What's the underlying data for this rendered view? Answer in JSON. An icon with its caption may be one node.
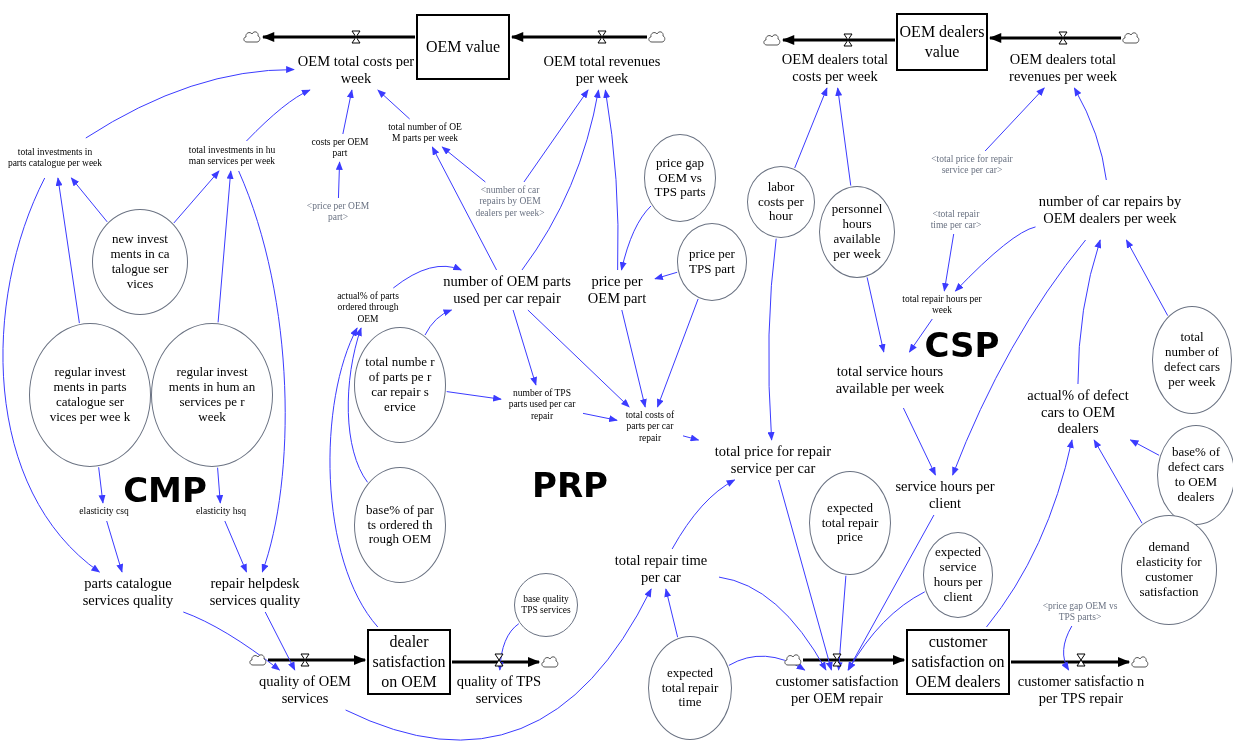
{
  "diagram": {
    "nodes": [
      {
        "text": [
          "OEM value"
        ]
      },
      {
        "text": [],
        "shape": "cloud"
      },
      {
        "text": [
          "OEM total costs per week"
        ]
      },
      {
        "text": [],
        "shape": "cloud"
      },
      {
        "text": [
          "OEM total revenues per week"
        ]
      },
      {
        "text": [
          "OEM dealers value"
        ]
      },
      {
        "text": [],
        "shape": "cloud"
      },
      {
        "text": [
          "OEM dealers total costs per week"
        ]
      },
      {
        "text": [],
        "shape": "cloud"
      },
      {
        "text": [
          "OEM dealers total revenues per week"
        ]
      },
      {
        "text": [
          "total investments in parts catalogue per week"
        ]
      },
      {
        "text": [
          "total investments in hu man services per week"
        ]
      },
      {
        "text": [
          "costs per OEM part"
        ]
      },
      {
        "text": [
          "total number of OE M parts per week"
        ]
      },
      {
        "text": [
          "<price per OEM part>"
        ]
      },
      {
        "text": [
          "new invest ments in ca talogue ser vices"
        ]
      },
      {
        "text": [
          "regular invest ments in parts catalogue ser vices per wee k"
        ]
      },
      {
        "text": [
          "regular invest ments in hum an services pe r week"
        ]
      },
      {
        "text": [
          "<number of car repairs by OEM dealers per week>"
        ]
      },
      {
        "text": [
          "price gap OEM vs TPS parts"
        ]
      },
      {
        "text": [
          "price per TPS part"
        ]
      },
      {
        "text": [
          "labor costs per hour"
        ]
      },
      {
        "text": [
          "personnel hours available per week"
        ]
      },
      {
        "text": [
          "<total price for repair service per car>"
        ]
      },
      {
        "text": [
          "<total repair time per car>"
        ]
      },
      {
        "text": [
          "number of car repairs by OEM dealers per week"
        ]
      },
      {
        "text": [
          "actual% of parts ordered through OEM"
        ]
      },
      {
        "text": [
          "number of OEM parts used per car repair"
        ]
      },
      {
        "text": [
          "price per OEM part"
        ]
      },
      {
        "text": [
          "total repair hours per week"
        ]
      },
      {
        "text": [
          "total number of defect cars per week"
        ]
      },
      {
        "text": [
          "total numbe r of parts pe r car repair s ervice"
        ]
      },
      {
        "text": [
          "number of TPS parts used per car repair"
        ]
      },
      {
        "text": [
          "total costs of parts per car repair"
        ]
      },
      {
        "text": [
          "total service hours available per week"
        ]
      },
      {
        "text": [
          "actual% of defect cars to OEM dealers"
        ]
      },
      {
        "text": [
          "base% of defect cars to OEM dealers"
        ]
      },
      {
        "text": [
          "total price for repair service per car"
        ]
      },
      {
        "text": [
          "base% of par ts ordered th rough OEM"
        ]
      },
      {
        "text": [
          "expected total repair price"
        ]
      },
      {
        "text": [
          "service hours per client"
        ]
      },
      {
        "text": [
          "expected service hours per client"
        ]
      },
      {
        "text": [
          "demand elasticity for customer satisfaction"
        ]
      },
      {
        "text": [
          "elasticity csq"
        ]
      },
      {
        "text": [
          "elasticity hsq"
        ]
      },
      {
        "text": [
          "base quality TPS services"
        ]
      },
      {
        "text": [
          "parts catalogue services quality"
        ]
      },
      {
        "text": [
          "repair helpdesk services quality"
        ]
      },
      {
        "text": [
          "total repair time per car"
        ]
      },
      {
        "text": [
          "dealer satisfaction on OEM"
        ]
      },
      {
        "text": [],
        "shape": "cloud"
      },
      {
        "text": [
          "quality of OEM services"
        ]
      },
      {
        "text": [],
        "shape": "cloud"
      },
      {
        "text": [
          "quality of TPS services"
        ]
      },
      {
        "text": [
          "expected total repair time"
        ]
      },
      {
        "text": [],
        "shape": "cloud"
      },
      {
        "text": [
          "customer satisfaction per OEM repair"
        ]
      },
      {
        "text": [
          "customer satisfaction on OEM dealers"
        ]
      },
      {
        "text": [],
        "shape": "cloud"
      },
      {
        "text": [
          "<price gap OEM vs TPS parts>"
        ]
      },
      {
        "text": [
          "customer satisfactio n per TPS repair"
        ]
      }
    ],
    "edges": [
      {
        "from": 0,
        "to": 1,
        "arrow": "to",
        "style": "thick",
        "color": "#000000"
      },
      {
        "from": 3,
        "to": 0,
        "arrow": "to",
        "style": "thick",
        "color": "#000000"
      },
      {
        "from": 5,
        "to": 6,
        "arrow": "to",
        "style": "thick",
        "color": "#000000"
      },
      {
        "from": 8,
        "to": 5,
        "arrow": "to",
        "style": "thick",
        "color": "#000000"
      },
      {
        "from": 50,
        "to": 49,
        "arrow": "to",
        "style": "thick",
        "color": "#000000"
      },
      {
        "from": 49,
        "to": 52,
        "arrow": "to",
        "style": "thick",
        "color": "#000000"
      },
      {
        "from": 55,
        "to": 57,
        "arrow": "to",
        "style": "thick",
        "color": "#000000"
      },
      {
        "from": 57,
        "to": 58,
        "arrow": "to",
        "style": "thick",
        "color": "#000000"
      },
      {
        "from": 10,
        "to": 2,
        "arrow": "to"
      },
      {
        "from": 11,
        "to": 2,
        "arrow": "to"
      },
      {
        "from": 12,
        "to": 2,
        "arrow": "to"
      },
      {
        "from": 13,
        "to": 2,
        "arrow": "to"
      },
      {
        "from": 14,
        "to": 12,
        "arrow": "to"
      },
      {
        "from": 15,
        "to": 10,
        "arrow": "to"
      },
      {
        "from": 15,
        "to": 11,
        "arrow": "to"
      },
      {
        "from": 16,
        "to": 10,
        "arrow": "to"
      },
      {
        "from": 17,
        "to": 11,
        "arrow": "to"
      },
      {
        "from": 10,
        "to": 46,
        "arrow": "to"
      },
      {
        "from": 11,
        "to": 47,
        "arrow": "to"
      },
      {
        "from": 16,
        "to": 43,
        "arrow": "to"
      },
      {
        "from": 43,
        "to": 46,
        "arrow": "to"
      },
      {
        "from": 17,
        "to": 44,
        "arrow": "to"
      },
      {
        "from": 44,
        "to": 47,
        "arrow": "to"
      },
      {
        "from": 46,
        "to": 51,
        "arrow": "to"
      },
      {
        "from": 47,
        "to": 51,
        "arrow": "to"
      },
      {
        "from": 18,
        "to": 13,
        "arrow": "to"
      },
      {
        "from": 18,
        "to": 4,
        "arrow": "to"
      },
      {
        "from": 27,
        "to": 13,
        "arrow": "to"
      },
      {
        "from": 27,
        "to": 4,
        "arrow": "to"
      },
      {
        "from": 28,
        "to": 4,
        "arrow": "to"
      },
      {
        "from": 19,
        "to": 28,
        "arrow": "to"
      },
      {
        "from": 20,
        "to": 28,
        "arrow": "to"
      },
      {
        "from": 26,
        "to": 27,
        "arrow": "to"
      },
      {
        "from": 31,
        "to": 27,
        "arrow": "to"
      },
      {
        "from": 38,
        "to": 26,
        "arrow": "to"
      },
      {
        "from": 49,
        "to": 26,
        "arrow": "to"
      },
      {
        "from": 27,
        "to": 32,
        "arrow": "to"
      },
      {
        "from": 31,
        "to": 32,
        "arrow": "to"
      },
      {
        "from": 27,
        "to": 33,
        "arrow": "to"
      },
      {
        "from": 32,
        "to": 33,
        "arrow": "to"
      },
      {
        "from": 28,
        "to": 33,
        "arrow": "to"
      },
      {
        "from": 20,
        "to": 33,
        "arrow": "to"
      },
      {
        "from": 33,
        "to": 37,
        "arrow": "to"
      },
      {
        "from": 21,
        "to": 37,
        "arrow": "to"
      },
      {
        "from": 21,
        "to": 7,
        "arrow": "to"
      },
      {
        "from": 22,
        "to": 7,
        "arrow": "to"
      },
      {
        "from": 22,
        "to": 34,
        "arrow": "to"
      },
      {
        "from": 29,
        "to": 34,
        "arrow": "to"
      },
      {
        "from": 24,
        "to": 29,
        "arrow": "to"
      },
      {
        "from": 25,
        "to": 29,
        "arrow": "to"
      },
      {
        "from": 23,
        "to": 9,
        "arrow": "to"
      },
      {
        "from": 25,
        "to": 9,
        "arrow": "to"
      },
      {
        "from": 30,
        "to": 25,
        "arrow": "to"
      },
      {
        "from": 35,
        "to": 25,
        "arrow": "to"
      },
      {
        "from": 25,
        "to": 40,
        "arrow": "to"
      },
      {
        "from": 34,
        "to": 40,
        "arrow": "to"
      },
      {
        "from": 36,
        "to": 35,
        "arrow": "to"
      },
      {
        "from": 42,
        "to": 35,
        "arrow": "to"
      },
      {
        "from": 57,
        "to": 35,
        "arrow": "to"
      },
      {
        "from": 48,
        "to": 37,
        "arrow": "to"
      },
      {
        "from": 51,
        "to": 48,
        "arrow": "to"
      },
      {
        "from": 54,
        "to": 48,
        "arrow": "to"
      },
      {
        "from": 37,
        "to": 56,
        "arrow": "to"
      },
      {
        "from": 48,
        "to": 56,
        "arrow": "to"
      },
      {
        "from": 54,
        "to": 56,
        "arrow": "to"
      },
      {
        "from": 39,
        "to": 56,
        "arrow": "to"
      },
      {
        "from": 40,
        "to": 56,
        "arrow": "to"
      },
      {
        "from": 41,
        "to": 56,
        "arrow": "to"
      },
      {
        "from": 45,
        "to": 53,
        "arrow": "to"
      },
      {
        "from": 59,
        "to": 60,
        "arrow": "to"
      }
    ],
    "labels": [
      "CMP",
      "PRP",
      "CSP"
    ]
  }
}
